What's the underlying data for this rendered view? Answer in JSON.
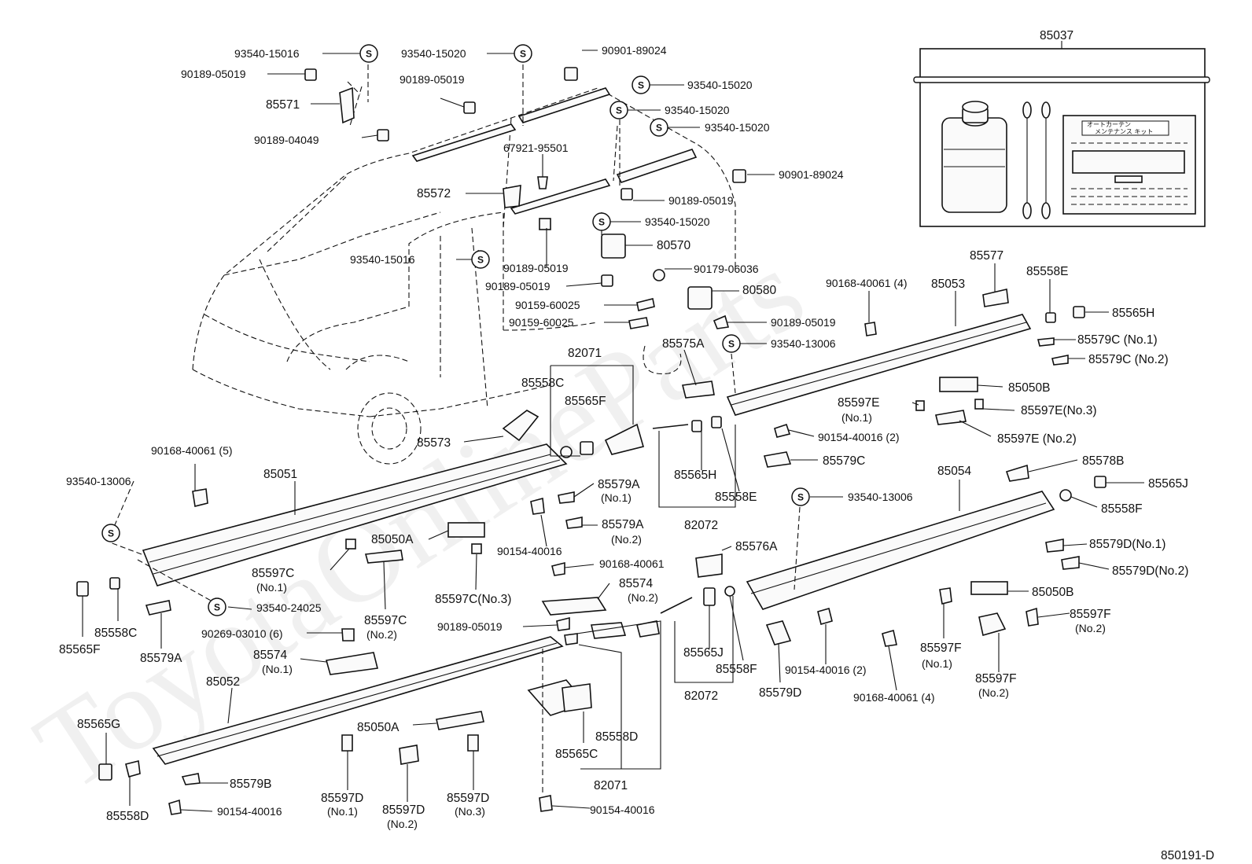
{
  "watermark": "ToyotaOnlineParts",
  "diagram_id": "850191-D",
  "seal_symbol": "S",
  "kit": {
    "part_no": "85037",
    "label_line1": "オートカーテン",
    "label_line2": "メンテナンス キット"
  },
  "labels": [
    {
      "id": "85037",
      "text": "85037"
    },
    {
      "id": "93540-15016-a",
      "text": "93540-15016"
    },
    {
      "id": "90189-05019-a",
      "text": "90189-05019"
    },
    {
      "id": "85571",
      "text": "85571"
    },
    {
      "id": "90189-04049",
      "text": "90189-04049"
    },
    {
      "id": "93540-15020-a",
      "text": "93540-15020"
    },
    {
      "id": "90189-05019-b",
      "text": "90189-05019"
    },
    {
      "id": "90901-89024-a",
      "text": "90901-89024"
    },
    {
      "id": "93540-15020-b",
      "text": "93540-15020"
    },
    {
      "id": "93540-15020-c",
      "text": "93540-15020"
    },
    {
      "id": "93540-15020-d",
      "text": "93540-15020"
    },
    {
      "id": "67921-95501",
      "text": "67921-95501"
    },
    {
      "id": "90901-89024-b",
      "text": "90901-89024"
    },
    {
      "id": "85572",
      "text": "85572"
    },
    {
      "id": "90189-05019-c",
      "text": "90189-05019"
    },
    {
      "id": "93540-15020-e",
      "text": "93540-15020"
    },
    {
      "id": "80570",
      "text": "80570"
    },
    {
      "id": "93540-15016-b",
      "text": "93540-15016"
    },
    {
      "id": "90189-05019-d",
      "text": "90189-05019"
    },
    {
      "id": "90179-06036",
      "text": "90179-06036"
    },
    {
      "id": "90189-05019-e",
      "text": "90189-05019"
    },
    {
      "id": "80580",
      "text": "80580"
    },
    {
      "id": "90159-60025-a",
      "text": "90159-60025"
    },
    {
      "id": "90159-60025-b",
      "text": "90159-60025"
    },
    {
      "id": "90189-05019-f",
      "text": "90189-05019"
    },
    {
      "id": "90168-40061-4a",
      "text": "90168-40061 (4)"
    },
    {
      "id": "85053",
      "text": "85053"
    },
    {
      "id": "85577",
      "text": "85577"
    },
    {
      "id": "85558E-a",
      "text": "85558E"
    },
    {
      "id": "85565H-a",
      "text": "85565H"
    },
    {
      "id": "85579C-1",
      "text": "85579C (No.1)"
    },
    {
      "id": "85579C-2",
      "text": "85579C (No.2)"
    },
    {
      "id": "85575A",
      "text": "85575A"
    },
    {
      "id": "93540-13006-a",
      "text": "93540-13006"
    },
    {
      "id": "82071-a",
      "text": "82071"
    },
    {
      "id": "85558C-a",
      "text": "85558C"
    },
    {
      "id": "85565F-a",
      "text": "85565F"
    },
    {
      "id": "85050B-a",
      "text": "85050B"
    },
    {
      "id": "85597E-1",
      "text": "85597E"
    },
    {
      "id": "85597E-1n",
      "text": "(No.1)"
    },
    {
      "id": "85597E-3",
      "text": "85597E(No.3)"
    },
    {
      "id": "90154-40016-2a",
      "text": "90154-40016 (2)"
    },
    {
      "id": "85597E-2",
      "text": "85597E (No.2)"
    },
    {
      "id": "85573",
      "text": "85573"
    },
    {
      "id": "85579C",
      "text": "85579C"
    },
    {
      "id": "90168-40061-5",
      "text": "90168-40061 (5)"
    },
    {
      "id": "85051",
      "text": "85051"
    },
    {
      "id": "93540-13006-b",
      "text": "93540-13006"
    },
    {
      "id": "85579A-1",
      "text": "85579A"
    },
    {
      "id": "85579A-1n",
      "text": "(No.1)"
    },
    {
      "id": "85565H-b",
      "text": "85565H"
    },
    {
      "id": "85558E-b",
      "text": "85558E"
    },
    {
      "id": "85578B",
      "text": "85578B"
    },
    {
      "id": "85054",
      "text": "85054"
    },
    {
      "id": "85565J-a",
      "text": "85565J"
    },
    {
      "id": "93540-13006-c",
      "text": "93540-13006"
    },
    {
      "id": "85558F-a",
      "text": "85558F"
    },
    {
      "id": "82072-a",
      "text": "82072"
    },
    {
      "id": "85579A-2",
      "text": "85579A"
    },
    {
      "id": "85579A-2n",
      "text": "(No.2)"
    },
    {
      "id": "85050A-a",
      "text": "85050A"
    },
    {
      "id": "85579D-1",
      "text": "85579D(No.1)"
    },
    {
      "id": "90154-40016-a",
      "text": "90154-40016"
    },
    {
      "id": "85576A",
      "text": "85576A"
    },
    {
      "id": "85579D-2",
      "text": "85579D(No.2)"
    },
    {
      "id": "85597C-1",
      "text": "85597C"
    },
    {
      "id": "85597C-1n",
      "text": "(No.1)"
    },
    {
      "id": "90168-40061",
      "text": "90168-40061"
    },
    {
      "id": "85574-2",
      "text": "85574"
    },
    {
      "id": "85574-2n",
      "text": "(No.2)"
    },
    {
      "id": "85050B-b",
      "text": "85050B"
    },
    {
      "id": "85597C-3",
      "text": "85597C(No.3)"
    },
    {
      "id": "93540-24025",
      "text": "93540-24025"
    },
    {
      "id": "85597F-a",
      "text": "85597F"
    },
    {
      "id": "85597F-an",
      "text": "(No.2)"
    },
    {
      "id": "85558C-b",
      "text": "85558C"
    },
    {
      "id": "85565F-b",
      "text": "85565F"
    },
    {
      "id": "85579A",
      "text": "85579A"
    },
    {
      "id": "85597C-2",
      "text": "85597C"
    },
    {
      "id": "85597C-2n",
      "text": "(No.2)"
    },
    {
      "id": "90269-03010",
      "text": "90269-03010 (6)"
    },
    {
      "id": "90189-05019-g",
      "text": "90189-05019"
    },
    {
      "id": "85574-1",
      "text": "85574"
    },
    {
      "id": "85574-1n",
      "text": "(No.1)"
    },
    {
      "id": "85565J-b",
      "text": "85565J"
    },
    {
      "id": "85558F-b",
      "text": "85558F"
    },
    {
      "id": "90154-40016-2b",
      "text": "90154-40016 (2)"
    },
    {
      "id": "85597F-1",
      "text": "85597F"
    },
    {
      "id": "85597F-1n",
      "text": "(No.1)"
    },
    {
      "id": "85597F-2",
      "text": "85597F"
    },
    {
      "id": "85597F-2n",
      "text": "(No.2)"
    },
    {
      "id": "85052",
      "text": "85052"
    },
    {
      "id": "82072-b",
      "text": "82072"
    },
    {
      "id": "85579D",
      "text": "85579D"
    },
    {
      "id": "90168-40061-4b",
      "text": "90168-40061 (4)"
    },
    {
      "id": "85565G",
      "text": "85565G"
    },
    {
      "id": "85050A-b",
      "text": "85050A"
    },
    {
      "id": "85558D-a",
      "text": "85558D"
    },
    {
      "id": "85565C",
      "text": "85565C"
    },
    {
      "id": "85579B",
      "text": "85579B"
    },
    {
      "id": "82071-b",
      "text": "82071"
    },
    {
      "id": "85597D-1",
      "text": "85597D"
    },
    {
      "id": "85597D-1n",
      "text": "(No.1)"
    },
    {
      "id": "85597D-2",
      "text": "85597D"
    },
    {
      "id": "85597D-2n",
      "text": "(No.2)"
    },
    {
      "id": "85597D-3",
      "text": "85597D"
    },
    {
      "id": "85597D-3n",
      "text": "(No.3)"
    },
    {
      "id": "85558D-b",
      "text": "85558D"
    },
    {
      "id": "90154-40016-b",
      "text": "90154-40016"
    },
    {
      "id": "90154-40016-c",
      "text": "90154-40016"
    }
  ]
}
